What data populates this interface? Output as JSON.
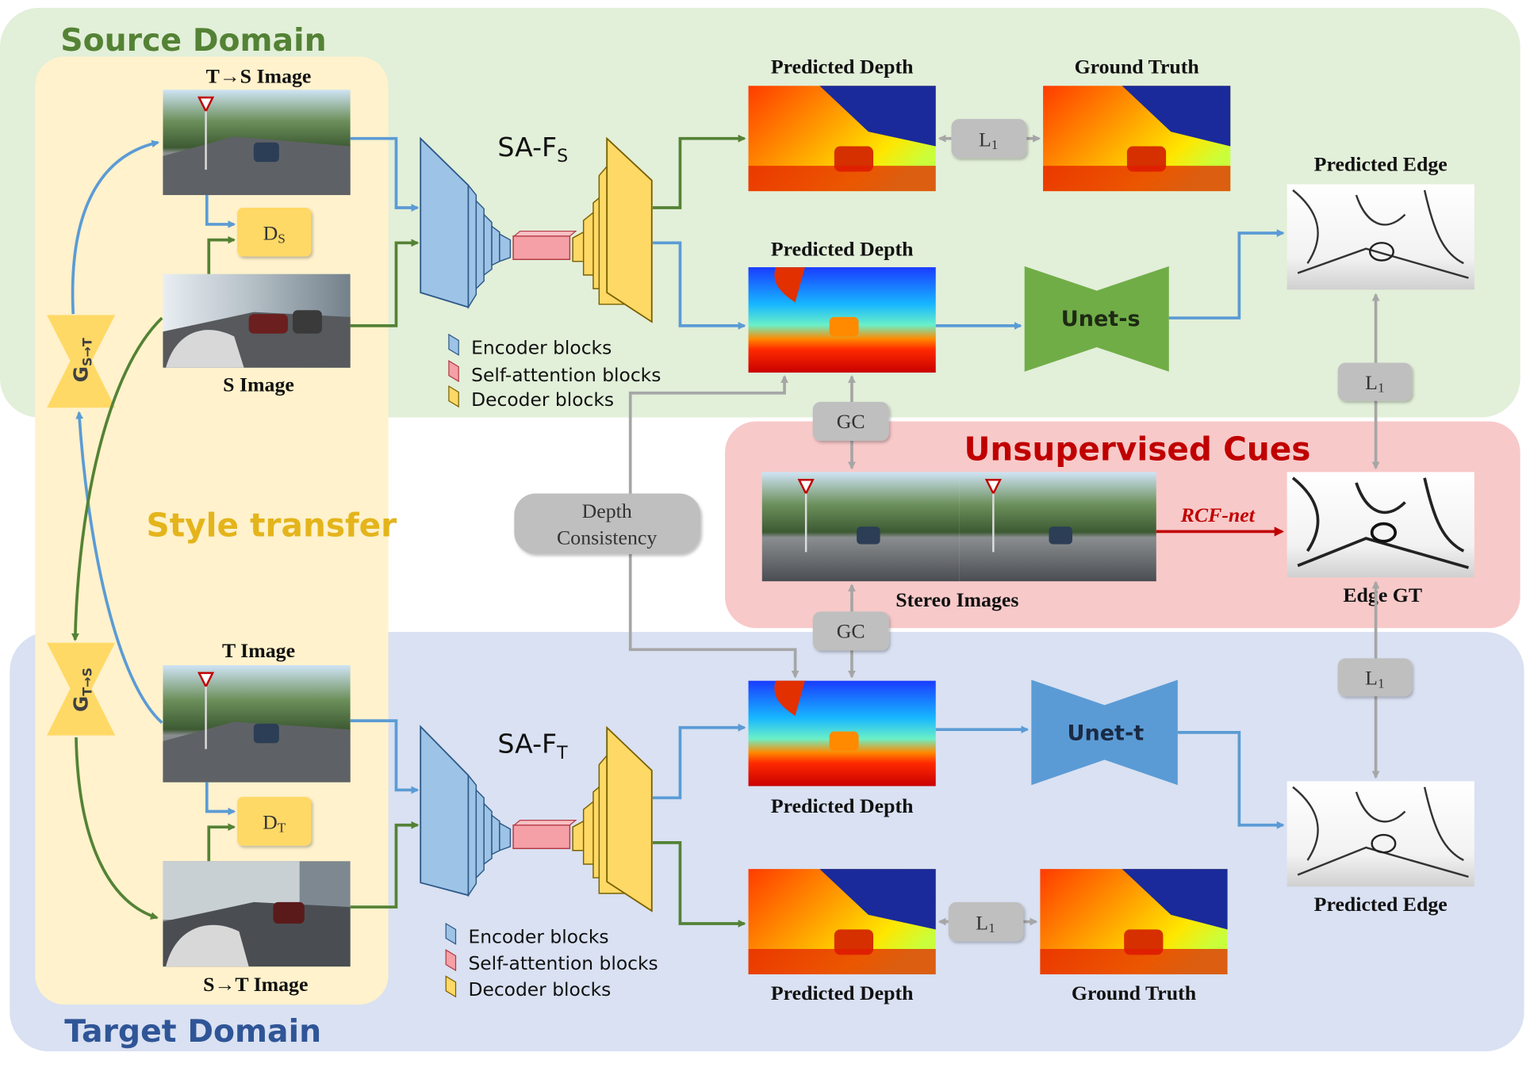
{
  "regions": {
    "source_domain": "Source Domain",
    "target_domain": "Target Domain",
    "style_transfer": "Style transfer",
    "unsupervised_cues": "Unsupervised Cues"
  },
  "images": {
    "t_to_s": "T→S Image",
    "s_image": "S Image",
    "t_image": "T Image",
    "s_to_t": "S→T Image",
    "stereo": "Stereo Images"
  },
  "generators": {
    "g_st_main": "G",
    "g_st_sub": "S→T",
    "g_ts_main": "G",
    "g_ts_sub": "T→S"
  },
  "discriminators": {
    "ds_main": "D",
    "ds_sub": "S",
    "dt_main": "D",
    "dt_sub": "T"
  },
  "networks": {
    "sa_fs_main": "SA-F",
    "sa_fs_sub": "S",
    "sa_ft_main": "SA-F",
    "sa_ft_sub": "T",
    "unet_s": "Unet-s",
    "unet_t": "Unet-t"
  },
  "legend": {
    "encoder": "Encoder blocks",
    "self_attention": "Self-attention blocks",
    "decoder": "Decoder blocks"
  },
  "outputs": {
    "pred_depth": "Predicted Depth",
    "ground_truth": "Ground Truth",
    "pred_edge": "Predicted Edge",
    "edge_gt": "Edge GT"
  },
  "losses": {
    "l1_main": "L",
    "l1_sub": "1",
    "gc": "GC",
    "depth_consistency_1": "Depth",
    "depth_consistency_2": "Consistency",
    "rcf_net": "RCF-net"
  },
  "colors": {
    "source_bg": "#e2efd9",
    "target_bg": "#d9e1f2",
    "style_bg": "#fff2cc",
    "cues_bg": "#f8c9c9",
    "blue_arrow": "#5b9bd5",
    "green_arrow": "#548235",
    "gray_arrow": "#a6a6a6",
    "rcf_red": "#c00000",
    "encoder": "#9dc3e6",
    "attention": "#f4a0a6",
    "decoder": "#ffd966",
    "unet_s": "#70ad47",
    "unet_t": "#5b9bd5"
  }
}
